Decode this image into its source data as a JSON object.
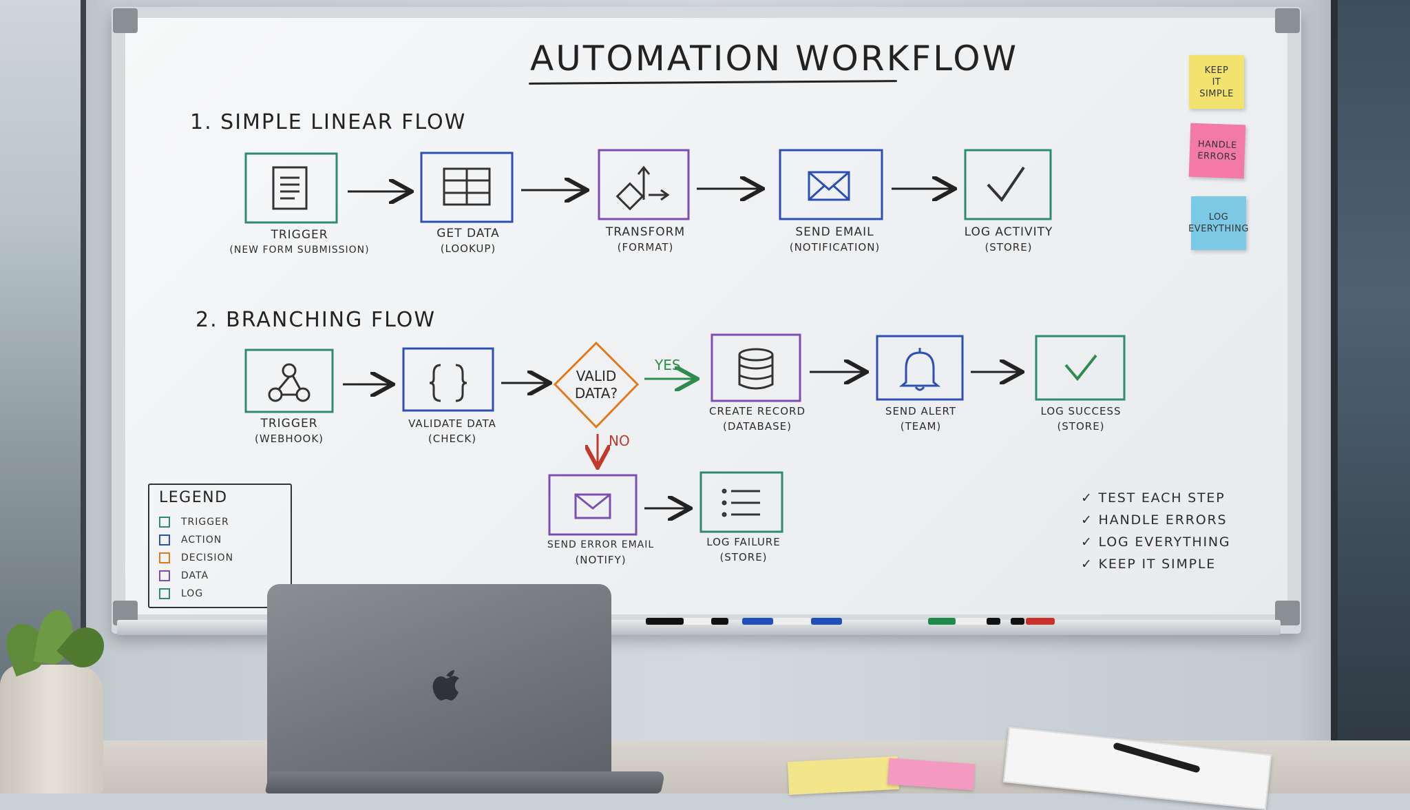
{
  "board": {
    "title": "AUTOMATION WORKFLOW",
    "section1_title": "1. SIMPLE LINEAR FLOW",
    "section2_title": "2. BRANCHING FLOW",
    "linear": [
      {
        "name": "TRIGGER",
        "sub": "(NEW FORM SUBMISSION)",
        "color": "#2e8b6e"
      },
      {
        "name": "GET DATA",
        "sub": "(LOOKUP)",
        "color": "#2b4fb3"
      },
      {
        "name": "TRANSFORM",
        "sub": "(FORMAT)",
        "color": "#7b4fb0"
      },
      {
        "name": "SEND EMAIL",
        "sub": "(NOTIFICATION)",
        "color": "#2b4fb3"
      },
      {
        "name": "LOG ACTIVITY",
        "sub": "(STORE)",
        "color": "#2e8b6e"
      }
    ],
    "branch": {
      "trigger": {
        "name": "TRIGGER",
        "sub": "(WEBHOOK)",
        "color": "#2e8b6e"
      },
      "validate": {
        "name": "VALIDATE DATA",
        "sub": "(CHECK)",
        "color": "#2b4fb3"
      },
      "decision": {
        "text1": "VALID",
        "text2": "DATA?",
        "color": "#e07a1f"
      },
      "yes_label": "YES",
      "no_label": "NO",
      "create": {
        "name": "CREATE RECORD",
        "sub": "(DATABASE)",
        "color": "#7b4fb0"
      },
      "alert": {
        "name": "SEND ALERT",
        "sub": "(TEAM)",
        "color": "#2b4fb3"
      },
      "log_success": {
        "name": "LOG SUCCESS",
        "sub": "(STORE)",
        "color": "#2e8b6e"
      },
      "error_email": {
        "name": "SEND ERROR EMAIL",
        "sub": "(NOTIFY)",
        "color": "#7b4fb0"
      },
      "log_failure": {
        "name": "LOG FAILURE",
        "sub": "(STORE)",
        "color": "#2e8b6e"
      }
    },
    "legend": {
      "title": "LEGEND",
      "items": [
        {
          "label": "TRIGGER",
          "color": "#2e8b6e"
        },
        {
          "label": "ACTION",
          "color": "#2b4fb3"
        },
        {
          "label": "DECISION",
          "color": "#e07a1f"
        },
        {
          "label": "DATA",
          "color": "#7b4fb0"
        },
        {
          "label": "LOG",
          "color": "#2e8b6e"
        }
      ]
    },
    "checklist": [
      "✓ TEST EACH STEP",
      "✓ HANDLE ERRORS",
      "✓ LOG EVERYTHING",
      "✓ KEEP IT SIMPLE"
    ],
    "stickies": [
      {
        "line1": "KEEP",
        "line2": "IT",
        "line3": "SIMPLE",
        "color": "#f2e36f"
      },
      {
        "line1": "HANDLE",
        "line2": "ERRORS",
        "line3": "",
        "color": "#f47aa6"
      },
      {
        "line1": "LOG",
        "line2": "EVERYTHING",
        "line3": "",
        "color": "#7cc9e6"
      }
    ]
  },
  "scene": {
    "yes_color": "#2e8b4e",
    "no_color": "#c0392b",
    "ink_color": "#222222"
  }
}
